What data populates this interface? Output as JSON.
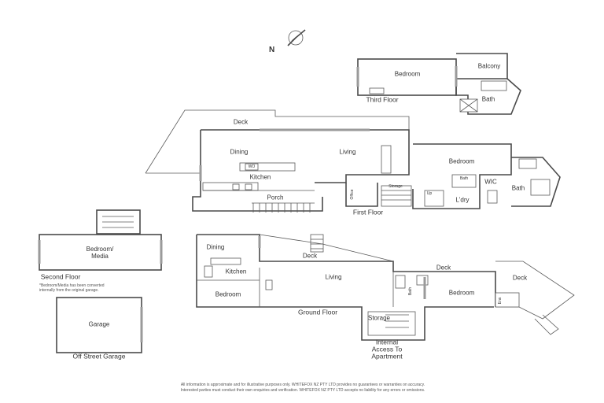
{
  "compass": {
    "north_label": "N",
    "icon": "compass-icon"
  },
  "third_floor": {
    "title": "Third Floor",
    "rooms": {
      "bedroom": "Bedroom",
      "balcony": "Balcony",
      "bath": "Bath"
    }
  },
  "first_floor": {
    "title": "First Floor",
    "rooms": {
      "deck": "Deck",
      "dining": "Dining",
      "living": "Living",
      "kitchen": "Kitchen",
      "wo": "WO",
      "porch": "Porch",
      "bedroom": "Bedroom",
      "bath_small": "Bath",
      "wic": "WIC",
      "bath": "Bath",
      "storage": "Storage",
      "office": "Office",
      "up": "Up",
      "laundry": "L'dry"
    }
  },
  "second_floor": {
    "title": "Second Floor",
    "rooms": {
      "bedroom_media": "Bedroom/\nMedia"
    },
    "note": "*Bedroom/Media has been converted\ninternally from the original garage."
  },
  "garage": {
    "title": "Off Street Garage",
    "room": "Garage"
  },
  "ground_floor": {
    "title": "Ground Floor",
    "rooms": {
      "dining": "Dining",
      "deck_center": "Deck",
      "kitchen": "Kitchen",
      "living": "Living",
      "bedroom_left": "Bedroom",
      "deck_right": "Deck",
      "deck_far": "Deck",
      "bedroom_right": "Bedroom",
      "bath": "Bath",
      "storage": "Storage",
      "ens": "Ens"
    },
    "access_label": "Internal\nAccess To\nApartment"
  },
  "disclaimer": "All information is approximate and for illustrative purposes only. WHITEFOX NZ PTY LTD provides no guarantees or warranties on accuracy.\nInterested parties must conduct their own enquiries and verification. WHITEFOX NZ PTY LTD accepts no liability for any errors or omissions."
}
